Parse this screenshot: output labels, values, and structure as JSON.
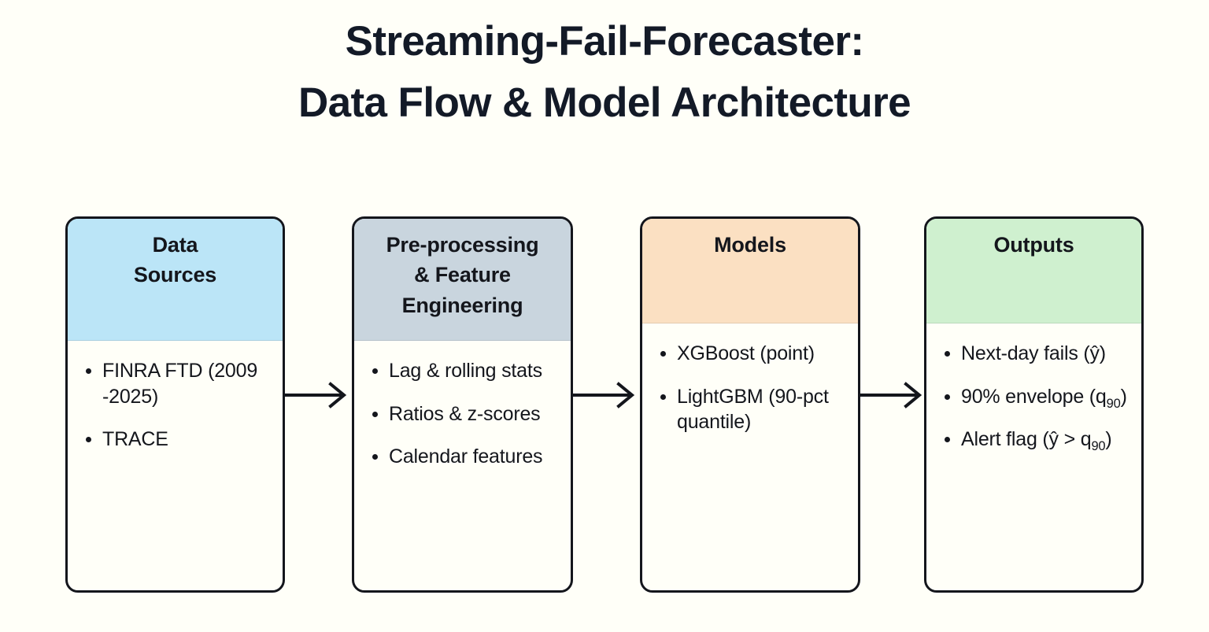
{
  "title": {
    "line1": "Streaming-Fail-Forecaster:",
    "line2": "Data Flow & Model Architecture"
  },
  "colors": {
    "background": "#FFFFF8",
    "stroke": "#14161C",
    "text": "#14161C",
    "header_data_sources": "#BBE5F7",
    "header_preprocessing": "#C9D5DE",
    "header_models": "#FBE0C2",
    "header_outputs": "#CFF0CF"
  },
  "nodes": [
    {
      "id": "data-sources",
      "header": "Data\nSources",
      "header_lines": [
        "Data",
        "Sources"
      ],
      "bullets": [
        "FINRA FTD (2009 -2025)",
        "TRACE"
      ]
    },
    {
      "id": "preprocessing",
      "header": "Pre-processing & Feature Engineering",
      "header_lines": [
        "Pre-processing",
        "& Feature",
        "Engineering"
      ],
      "bullets": [
        "Lag & rolling stats",
        "Ratios & z-scores",
        "Calendar features"
      ]
    },
    {
      "id": "models",
      "header": "Models",
      "header_lines": [
        "Models"
      ],
      "bullets": [
        "XGBoost (point)",
        "LightGBM (90-pct quantile)"
      ]
    },
    {
      "id": "outputs",
      "header": "Outputs",
      "header_lines": [
        "Outputs"
      ],
      "bullets": [
        "Next-day fails (ŷ)",
        "90% envelope (q90)",
        "Alert flag (ŷ > q90)"
      ]
    }
  ],
  "arrows": [
    {
      "from": "data-sources",
      "to": "preprocessing",
      "glyph": "arrow-right-icon"
    },
    {
      "from": "preprocessing",
      "to": "models",
      "glyph": "arrow-right-icon"
    },
    {
      "from": "models",
      "to": "outputs",
      "glyph": "arrow-right-icon"
    }
  ]
}
